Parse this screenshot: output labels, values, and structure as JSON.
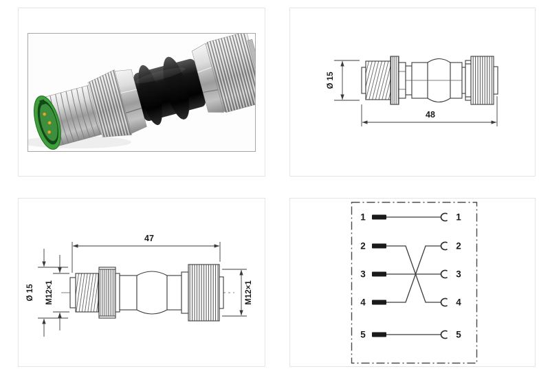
{
  "page": {
    "background": "#ffffff",
    "panel_border_color": "#e5e5e5",
    "drawing_line_color": "#3a3a3a",
    "text_color": "#1c1c1c"
  },
  "product_photo": {
    "subject": "M12 male to M12 female adapter",
    "colors": {
      "insert_green": "#3da03a",
      "metal_silver": "#c6c6c6",
      "body_black": "#131313",
      "pin_gold": "#d4af37",
      "photo_border": "#a5a5a5"
    }
  },
  "side_view_drawing": {
    "diameter_label": "Ø 15",
    "length_label": "48"
  },
  "detail_drawing": {
    "length_label": "47",
    "diameter_label": "Ø 15",
    "male_thread_label": "M12×1",
    "female_thread_label": "M12×1"
  },
  "wiring_diagram": {
    "left_pins": [
      "1",
      "2",
      "3",
      "4",
      "5"
    ],
    "right_pins": [
      "1",
      "2",
      "3",
      "4",
      "5"
    ],
    "connections": [
      {
        "from": "1",
        "to": "1"
      },
      {
        "from": "2",
        "to": "4"
      },
      {
        "from": "3",
        "to": "3"
      },
      {
        "from": "4",
        "to": "2"
      },
      {
        "from": "5",
        "to": "5"
      }
    ]
  }
}
